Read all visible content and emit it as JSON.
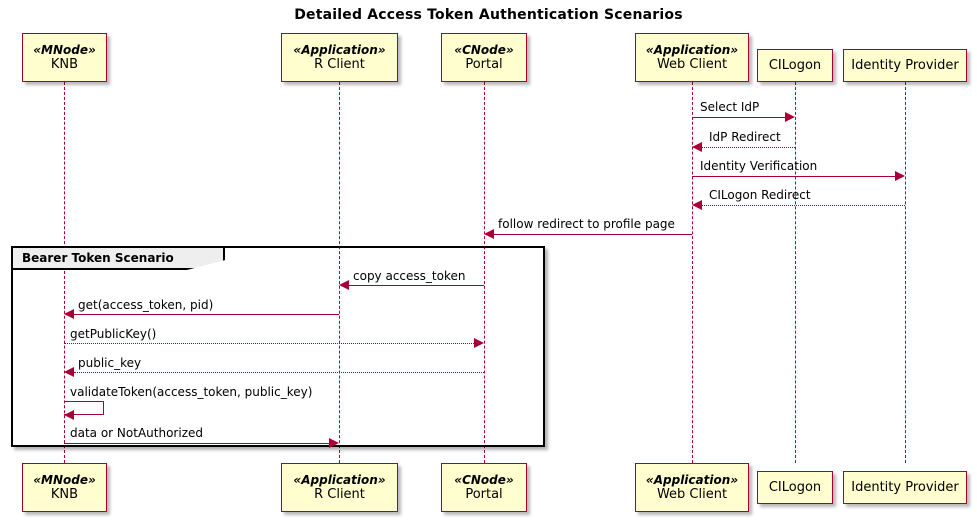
{
  "diagram": {
    "title": "Detailed Access Token Authentication Scenarios",
    "accent_color": "#A80036",
    "box_fill": "#FEFECE",
    "frame_color": "#000000",
    "frame_tab_fill": "#EEEEEE"
  },
  "participants": [
    {
      "id": "knb",
      "stereotype": "«MNode»",
      "name": "KNB"
    },
    {
      "id": "rclient",
      "stereotype": "«Application»",
      "name": "R Client"
    },
    {
      "id": "portal",
      "stereotype": "«CNode»",
      "name": "Portal"
    },
    {
      "id": "webclient",
      "stereotype": "«Application»",
      "name": "Web Client"
    },
    {
      "id": "cilogon",
      "stereotype": "",
      "name": "CILogon"
    },
    {
      "id": "idp",
      "stereotype": "",
      "name": "Identity Provider"
    }
  ],
  "group": {
    "label": "Bearer Token Scenario"
  },
  "messages": [
    {
      "label": "Select IdP",
      "from": "webclient",
      "to": "cilogon",
      "style": "solid",
      "direction": "right"
    },
    {
      "label": "IdP Redirect",
      "from": "cilogon",
      "to": "webclient",
      "style": "dotted",
      "direction": "left"
    },
    {
      "label": "Identity Verification",
      "from": "webclient",
      "to": "idp",
      "style": "solid",
      "direction": "right"
    },
    {
      "label": "CILogon Redirect",
      "from": "idp",
      "to": "webclient",
      "style": "dotted",
      "direction": "left"
    },
    {
      "label": "follow redirect to profile page",
      "from": "webclient",
      "to": "portal",
      "style": "solid",
      "direction": "left"
    },
    {
      "label": "copy access_token",
      "from": "portal",
      "to": "rclient",
      "style": "solid",
      "direction": "left"
    },
    {
      "label": "get(access_token, pid)",
      "from": "rclient",
      "to": "knb",
      "style": "solid",
      "direction": "left"
    },
    {
      "label": "getPublicKey()",
      "from": "knb",
      "to": "portal",
      "style": "dotted",
      "direction": "right"
    },
    {
      "label": "public_key",
      "from": "portal",
      "to": "knb",
      "style": "dotted",
      "direction": "left"
    },
    {
      "label": "validateToken(access_token, public_key)",
      "from": "knb",
      "to": "knb",
      "style": "solid",
      "direction": "self"
    },
    {
      "label": "data or NotAuthorized",
      "from": "knb",
      "to": "rclient",
      "style": "solid",
      "direction": "right"
    }
  ]
}
